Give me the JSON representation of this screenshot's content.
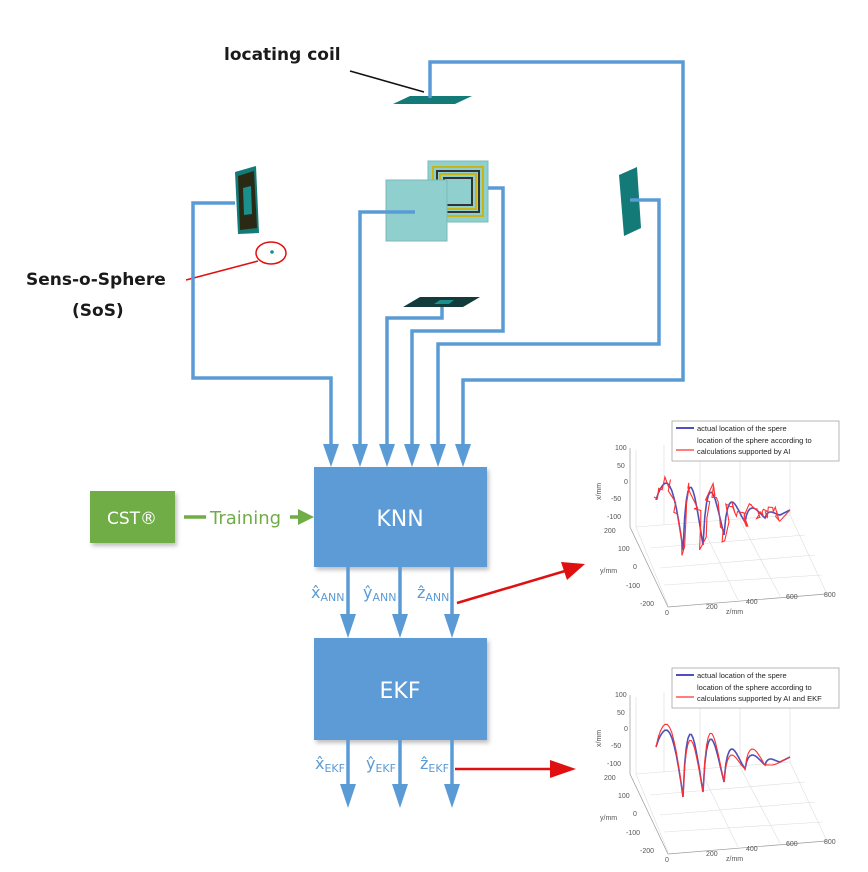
{
  "labels": {
    "locating_coil": "locating coil",
    "sos_line1": "Sens-o-Sphere",
    "sos_line2": "(SoS)"
  },
  "blocks": {
    "cst": "CST®",
    "training": "Training",
    "knn": "KNN",
    "ekf": "EKF"
  },
  "outputs_ann": [
    {
      "var": "x̂",
      "sub": "ANN"
    },
    {
      "var": "ŷ",
      "sub": "ANN"
    },
    {
      "var": "ẑ",
      "sub": "ANN"
    }
  ],
  "outputs_ekf": [
    {
      "var": "x̂",
      "sub": "EKF"
    },
    {
      "var": "ŷ",
      "sub": "EKF"
    },
    {
      "var": "ẑ",
      "sub": "EKF"
    }
  ],
  "colors": {
    "block": "#5b9bd5",
    "cst": "#70ad47",
    "actual": "#5050b8",
    "estimate": "#ff3030",
    "pointer": "#e01010"
  },
  "plots": [
    {
      "legend_actual": "actual location of the spere",
      "legend_est_1": "location of the sphere according to",
      "legend_est_2": "calculations supported by AI",
      "xlabel": "x/mm",
      "ylabel": "y/mm",
      "zlabel": "z/mm",
      "x_ticks": [
        "100",
        "50",
        "0",
        "-50",
        "-100"
      ],
      "y_ticks": [
        "200",
        "100",
        "0",
        "-100",
        "-200"
      ],
      "z_ticks": [
        "0",
        "200",
        "400",
        "600",
        "800"
      ]
    },
    {
      "legend_actual": "actual location of the spere",
      "legend_est_1": "location of the sphere according to",
      "legend_est_2": "calculations supported by AI and EKF",
      "xlabel": "x/mm",
      "ylabel": "y/mm",
      "zlabel": "z/mm",
      "x_ticks": [
        "100",
        "50",
        "0",
        "-50",
        "-100"
      ],
      "y_ticks": [
        "200",
        "100",
        "0",
        "-100",
        "-200"
      ],
      "z_ticks": [
        "0",
        "200",
        "400",
        "600",
        "800"
      ]
    }
  ]
}
